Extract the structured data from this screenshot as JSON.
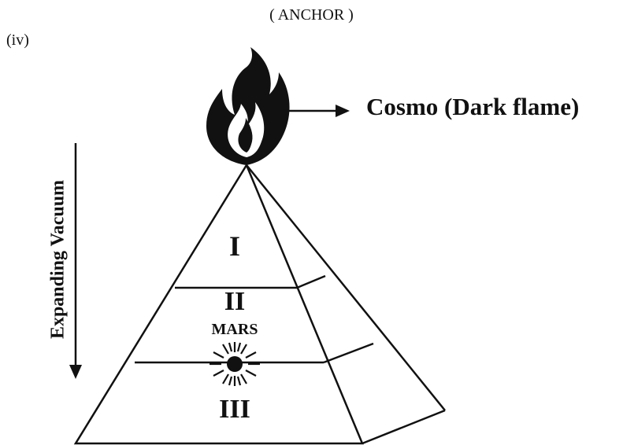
{
  "heading": "( ANCHOR )",
  "part_label": "(iv)",
  "flame": {
    "label": "Cosmo (Dark flame)",
    "icon": "dark-flame-icon",
    "color": "#111111"
  },
  "side_arrow": {
    "label": "Expanding Vacuum",
    "direction": "down"
  },
  "pyramid": {
    "tiers": [
      {
        "label": "I"
      },
      {
        "label": "II"
      },
      {
        "label": "III"
      }
    ],
    "marker": {
      "label": "MARS",
      "icon": "sunburst-icon"
    }
  }
}
